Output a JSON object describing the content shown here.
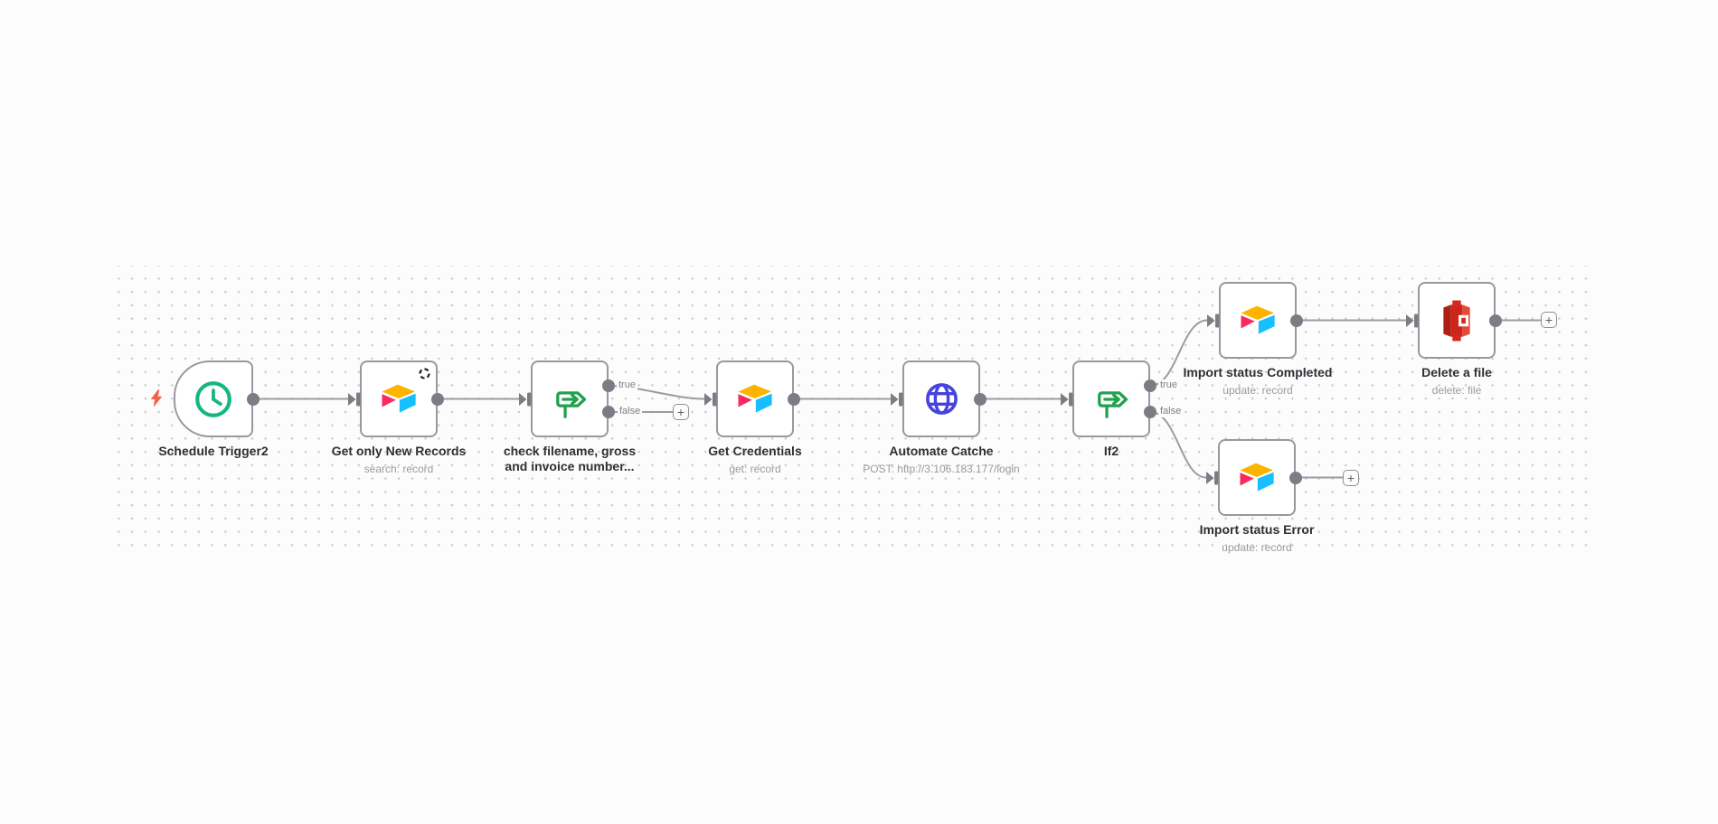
{
  "canvas": {
    "background": "#fcfcfc",
    "dot_color": "#c9c9c9"
  },
  "indicators": {
    "bolt_icon": "lightning-bolt",
    "bolt_color": "#f4604c"
  },
  "plus_button_label": "+",
  "nodes": [
    {
      "title": "Schedule Trigger2",
      "subtitle": "",
      "icon": "clock-icon",
      "icon_color": "#14b87d",
      "kind": "trigger"
    },
    {
      "title": "Get only New Records",
      "subtitle": "search: record",
      "icon": "airtable-logo",
      "badge": "refresh"
    },
    {
      "title": "check filename, gross\nand invoice number...",
      "subtitle": "",
      "icon": "signpost-icon",
      "icon_color": "#1fa24c",
      "outputs": [
        "true",
        "false"
      ]
    },
    {
      "title": "Get Credentials",
      "subtitle": "get: record",
      "icon": "airtable-logo"
    },
    {
      "title": "Automate Catche",
      "subtitle": "POST: http://3.106.183.177/login",
      "icon": "globe-icon",
      "icon_color": "#4744dd"
    },
    {
      "title": "If2",
      "subtitle": "",
      "icon": "signpost-icon",
      "icon_color": "#1fa24c",
      "outputs": [
        "true",
        "false"
      ]
    },
    {
      "title": "Import status Completed",
      "subtitle": "update: record",
      "icon": "airtable-logo"
    },
    {
      "title": "Delete a file",
      "subtitle": "delete: file",
      "icon": "aws-s3-logo"
    },
    {
      "title": "Import status Error",
      "subtitle": "update: record",
      "icon": "airtable-logo"
    }
  ],
  "icon_colors": {
    "airtable_yellow": "#fcb400",
    "airtable_pink": "#f82b60",
    "airtable_blue": "#18bfff",
    "s3_red_dark": "#b01f15",
    "s3_red": "#cc2519",
    "s3_red_light": "#e6483a"
  }
}
